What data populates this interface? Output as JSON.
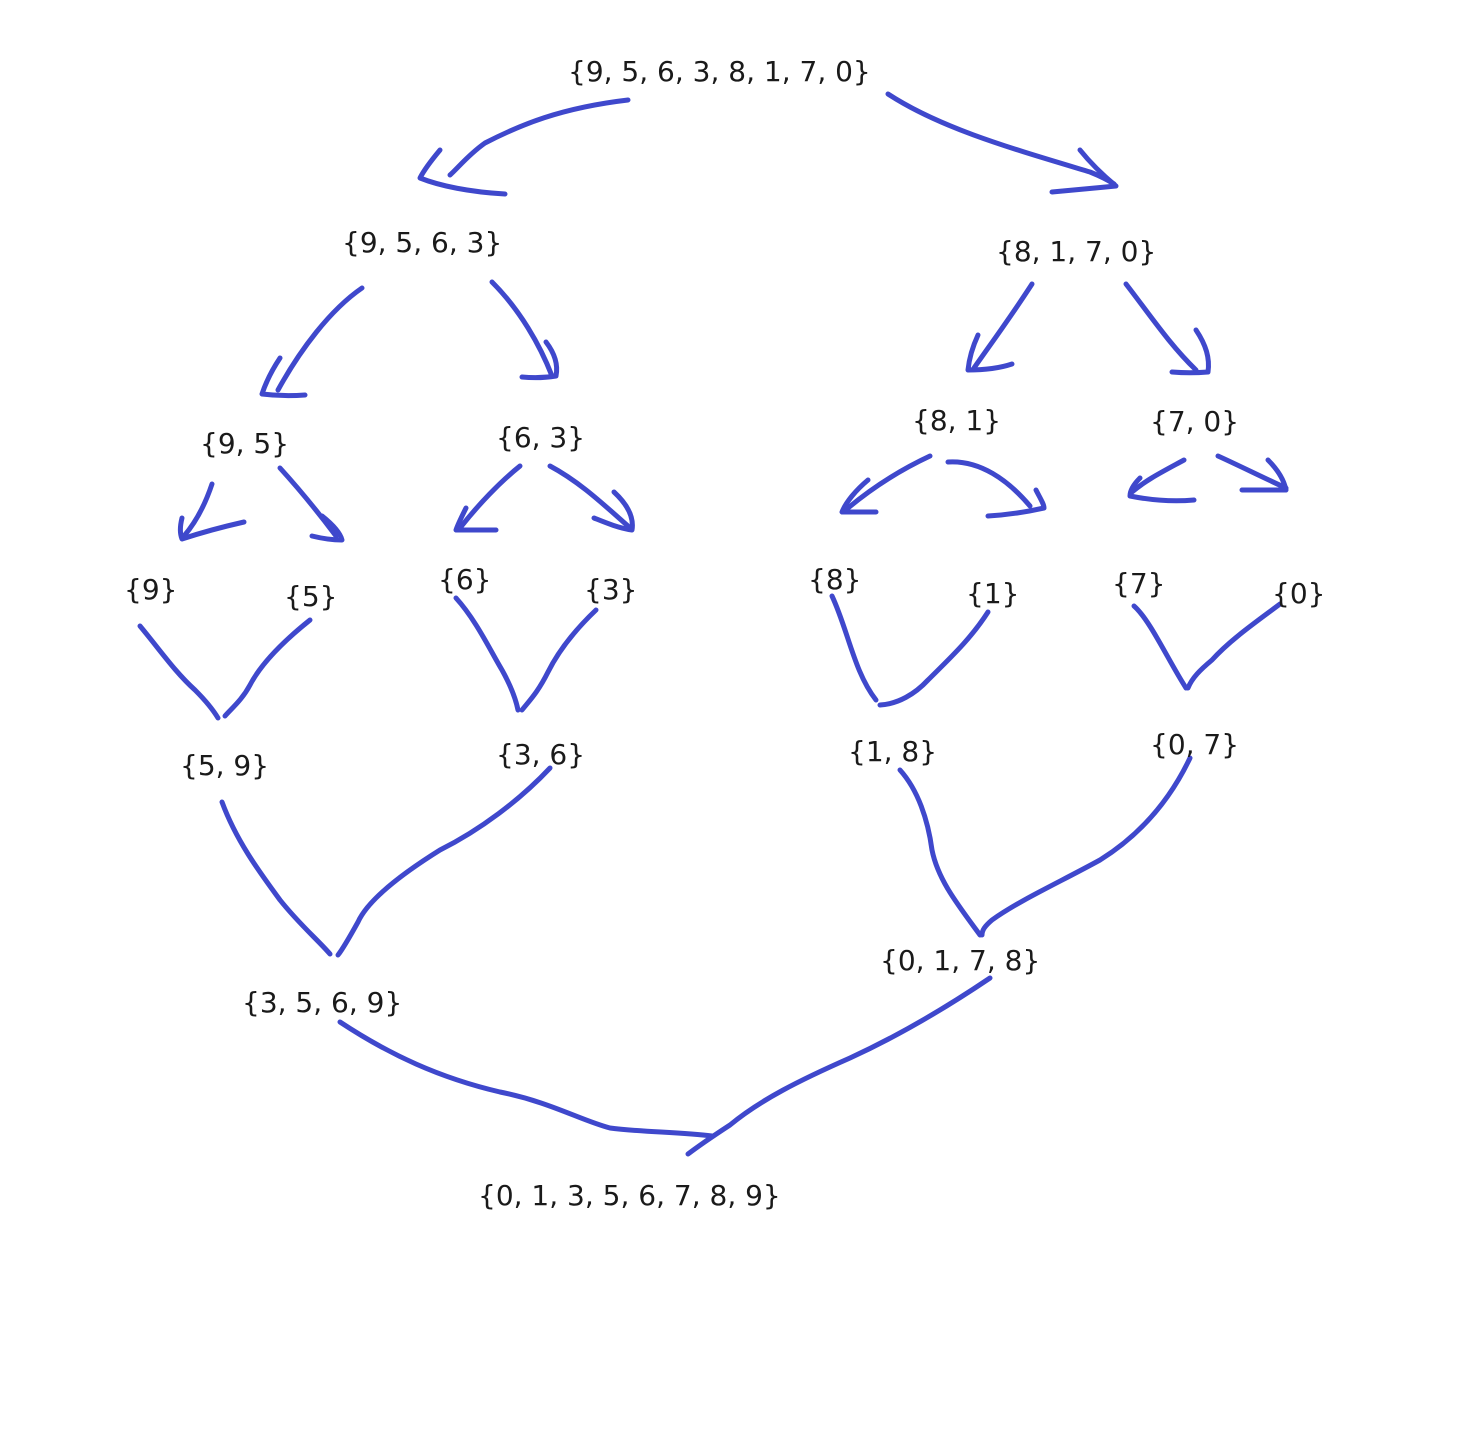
{
  "stroke_color": "#3f48cc",
  "text_color": "#1a1a1a",
  "diagram": {
    "split": {
      "root": "{9, 5, 6, 3, 8, 1, 7, 0}",
      "left_half": "{9, 5, 6, 3}",
      "right_half": "{8, 1, 7, 0}",
      "pairs": [
        "{9, 5}",
        "{6, 3}",
        "{8, 1}",
        "{7, 0}"
      ],
      "singles": [
        "{9}",
        "{5}",
        "{6}",
        "{3}",
        "{8}",
        "{1}",
        "{7}",
        "{0}"
      ]
    },
    "merge": {
      "pairs": [
        "{5, 9}",
        "{3, 6}",
        "{1, 8}",
        "{0, 7}"
      ],
      "left_half": "{3, 5, 6, 9}",
      "right_half": "{0, 1, 7, 8}",
      "result": "{0, 1, 3, 5, 6, 7, 8, 9}"
    }
  }
}
